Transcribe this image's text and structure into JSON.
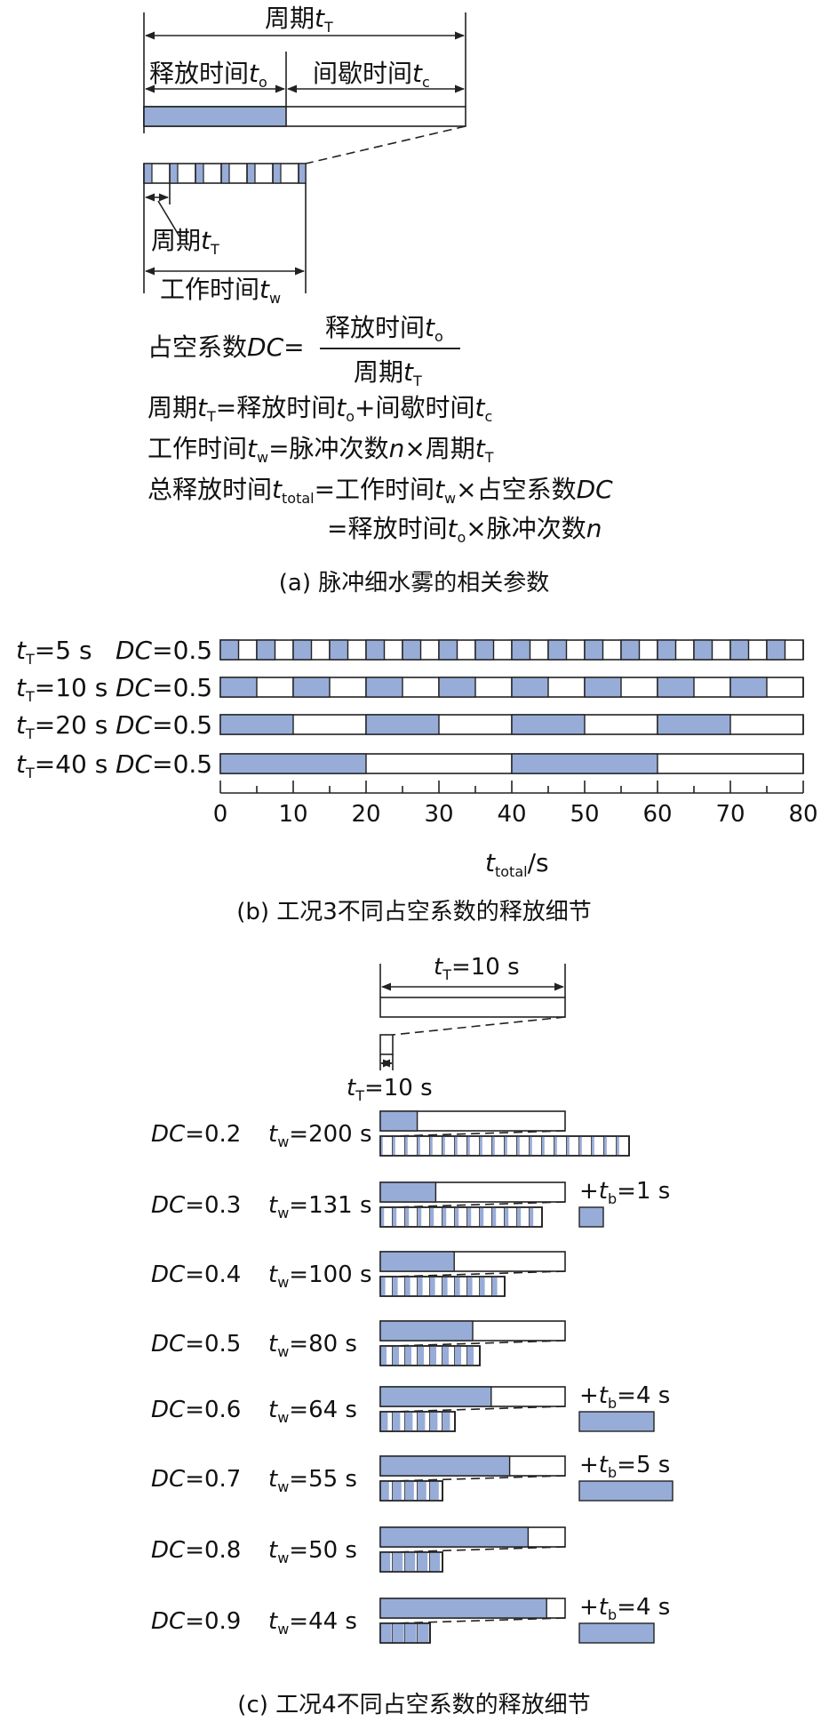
{
  "colors": {
    "release": "#98acd8",
    "stroke": "#222222",
    "background": "#ffffff"
  },
  "panel_a": {
    "period_label": "周期",
    "release_time_label": "释放时间",
    "interval_time_label": "间歇时间",
    "small_period_label": "周期",
    "working_time_label": "工作时间",
    "eq1_lhs": "占空系数",
    "eq1_num": "释放时间",
    "eq1_den": "周期",
    "eq2_a": "周期",
    "eq2_b": "=释放时间",
    "eq2_c": "+间歇时间",
    "eq3_a": "工作时间",
    "eq3_b": "=脉冲次数",
    "eq3_c": "×周期",
    "eq4_a": "总释放时间",
    "eq4_b": "=工作时间",
    "eq4_c": "×占空系数",
    "eq5_a": "=释放时间",
    "eq5_b": "×脉冲次数",
    "caption": "(a) 脉冲细水雾的相关参数"
  },
  "panel_b": {
    "rows": [
      {
        "period_value": "=5 s",
        "dc_value": "=0.5"
      },
      {
        "period_value": "=10 s",
        "dc_value": "=0.5"
      },
      {
        "period_value": "=20 s",
        "dc_value": "=0.5"
      },
      {
        "period_value": "=40 s",
        "dc_value": "=0.5"
      }
    ],
    "axis_unit": "/s",
    "caption": "(b) 工况3不同占空系数的释放细节"
  },
  "panel_c": {
    "period_top": "=10 s",
    "period_bottom": "=10 s",
    "rows": [
      {
        "dc_value": "=0.2",
        "tw_value": "=200 s",
        "extra": ""
      },
      {
        "dc_value": "=0.3",
        "tw_value": "=131 s",
        "extra": "=1 s"
      },
      {
        "dc_value": "=0.4",
        "tw_value": "=100 s",
        "extra": ""
      },
      {
        "dc_value": "=0.5",
        "tw_value": "=80 s",
        "extra": ""
      },
      {
        "dc_value": "=0.6",
        "tw_value": "=64 s",
        "extra": "=4 s"
      },
      {
        "dc_value": "=0.7",
        "tw_value": "=55 s",
        "extra": "=5 s"
      },
      {
        "dc_value": "=0.8",
        "tw_value": "=50 s",
        "extra": ""
      },
      {
        "dc_value": "=0.9",
        "tw_value": "=44 s",
        "extra": "=4 s"
      }
    ],
    "caption": "(c) 工况4不同占空系数的释放细节"
  },
  "symbols": {
    "t": "t",
    "T": "T",
    "o": "o",
    "c": "c",
    "w": "w",
    "total": "total",
    "DC": "DC",
    "n": "n",
    "b": "b",
    "plus": "+",
    "eq": "="
  },
  "chart_data": {
    "type": "bar",
    "title": "",
    "xlabel": "t_total/s",
    "ylabel": "",
    "xlim": [
      0,
      80
    ],
    "x_ticks": [
      0,
      10,
      20,
      30,
      40,
      50,
      60,
      70,
      80
    ],
    "minor_tick_step": 5,
    "series": [
      {
        "period": 5,
        "duty_cycle": 0.5
      },
      {
        "period": 10,
        "duty_cycle": 0.5
      },
      {
        "period": 20,
        "duty_cycle": 0.5
      },
      {
        "period": 40,
        "duty_cycle": 0.5
      }
    ]
  }
}
